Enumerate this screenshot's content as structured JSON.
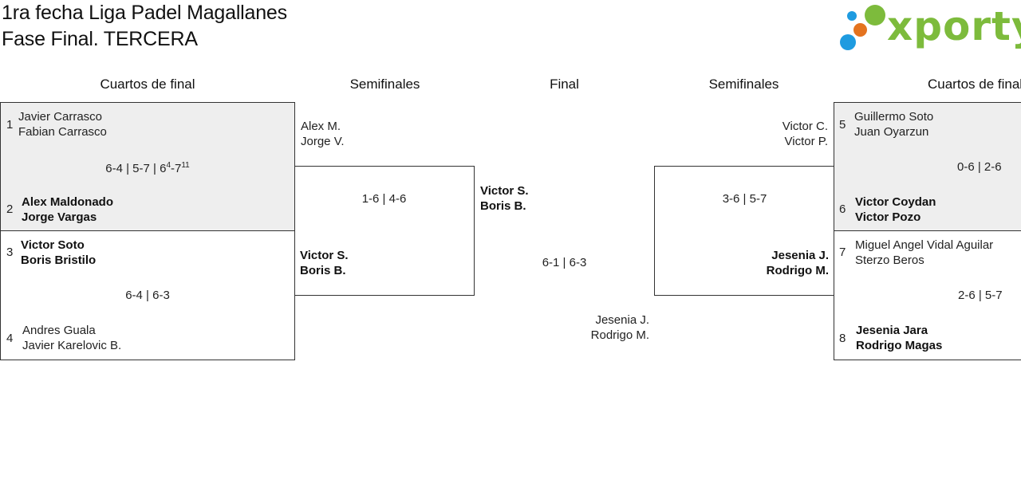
{
  "header": {
    "title_line1": "1ra fecha Liga Padel Magallanes",
    "title_line2": "Fase Final. TERCERA",
    "logo_text": "xporty",
    "logo_colors": [
      "#1e9be0",
      "#e4731f",
      "#7dbb3c"
    ]
  },
  "rounds": {
    "left_quarters": "Cuartos de final",
    "left_semis": "Semifinales",
    "final": "Final",
    "right_semis": "Semifinales",
    "right_quarters": "Cuartos de final"
  },
  "left": {
    "qf1": {
      "seed_a": "1",
      "team_a_p1": "Javier Carrasco",
      "team_a_p2": "Fabian Carrasco",
      "score_main": "6-4 | 5-7 | 6",
      "score_sup1": "4",
      "score_mid": "-7",
      "score_sup2": "11",
      "seed_b": "2",
      "team_b_p1": "Alex Maldonado",
      "team_b_p2": "Jorge Vargas"
    },
    "qf2": {
      "seed_a": "3",
      "team_a_p1": "Victor Soto",
      "team_a_p2": "Boris Bristilo",
      "score": "6-4 | 6-3",
      "seed_b": "4",
      "team_b_p1": "Andres Guala",
      "team_b_p2": "Javier Karelovic B."
    },
    "sf": {
      "team_a_p1": "Alex M.",
      "team_a_p2": "Jorge V.",
      "score": "1-6 | 4-6",
      "team_b_p1": "Victor S.",
      "team_b_p2": "Boris B."
    }
  },
  "final": {
    "team_a_p1": "Victor S.",
    "team_a_p2": "Boris B.",
    "score": "6-1 | 6-3",
    "team_b_p1": "Jesenia J.",
    "team_b_p2": "Rodrigo M."
  },
  "right": {
    "sf": {
      "team_a_p1": "Victor C.",
      "team_a_p2": "Victor P.",
      "score": "3-6 | 5-7",
      "team_b_p1": "Jesenia J.",
      "team_b_p2": "Rodrigo M."
    },
    "qf1": {
      "seed_a": "5",
      "team_a_p1": "Guillermo Soto",
      "team_a_p2": "Juan Oyarzun",
      "score": "0-6 | 2-6",
      "seed_b": "6",
      "team_b_p1": "Victor Coydan",
      "team_b_p2": "Victor Pozo"
    },
    "qf2": {
      "seed_a": "7",
      "team_a_p1": "Miguel Angel Vidal Aguilar",
      "team_a_p2": "Sterzo Beros",
      "score": "2-6 | 5-7",
      "seed_b": "8",
      "team_b_p1": "Jesenia Jara",
      "team_b_p2": "Rodrigo Magas"
    }
  }
}
